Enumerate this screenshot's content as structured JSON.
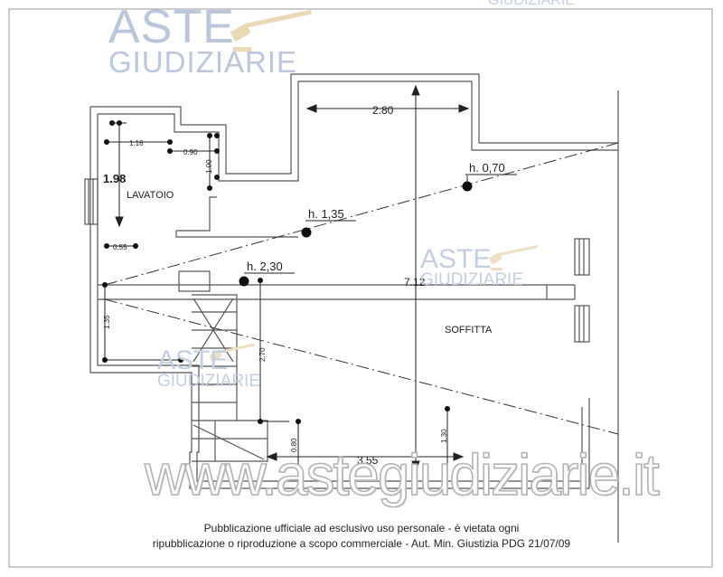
{
  "watermark": {
    "brand_top": "ASTE",
    "brand_bottom": "GIUDIZIARIE",
    "url": "www.astegiudiziarie.it",
    "edge_text": "GIUDIZIARIE"
  },
  "rooms": {
    "lavatoio": "LAVATOIO",
    "soffitta": "SOFFITTA"
  },
  "heights": {
    "h1": "h. 0,70",
    "h2": "h. 1,35",
    "h3": "h. 2,30"
  },
  "dimensions": {
    "d280": "2.80",
    "d116": "1.16",
    "d090": "0.90",
    "d100": "1.00",
    "d198": "1.98",
    "d055": "0.55",
    "d712": "7.12",
    "d135": "1.35",
    "d270": "2.70",
    "d080": "0.80",
    "d355": "3.55",
    "d130": "1.30"
  },
  "disclaimer": {
    "line1": "Pubblicazione ufficiale ad esclusivo uso personale - è vietata ogni",
    "line2": "ripubblicazione o riproduzione a scopo commerciale - Aut. Min. Giustizia PDG 21/07/09"
  },
  "colors": {
    "walls": "#555555",
    "watermark": "#b9c6dc",
    "gavel": "#e9d9b6"
  }
}
